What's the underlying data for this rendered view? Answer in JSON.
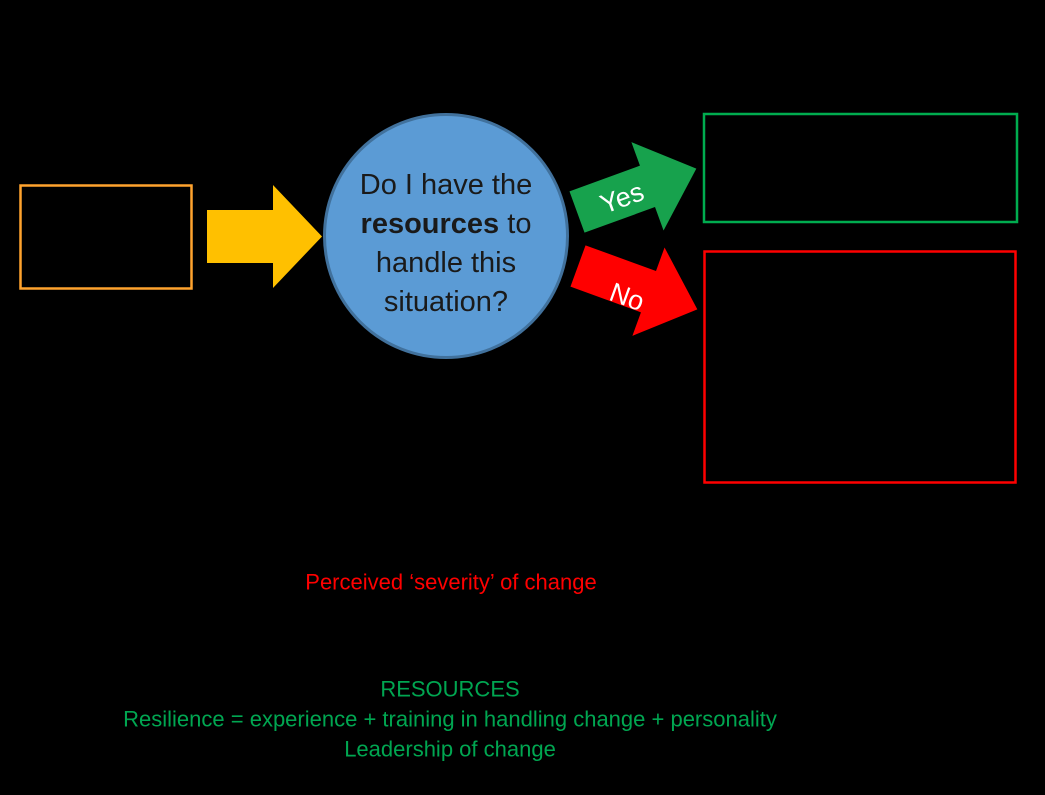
{
  "canvas": {
    "background": "#000000"
  },
  "colors": {
    "orange_box_border": "#FFA32E",
    "flow_arrow": "#FFC000",
    "circle_fill": "#5B9BD5",
    "circle_border": "#41719C",
    "circle_text": "#1A1A1A",
    "yes_arrow": "#17A24D",
    "no_arrow": "#FF0000",
    "arrow_label": "#FFFFFF",
    "green_box_border": "#00AC4F",
    "red_box_border": "#FF0000",
    "red_note_text": "#FF0000",
    "green_note_text": "#00A651"
  },
  "decision_circle": {
    "line1": "Do I have the",
    "line2_bold": "resources",
    "line2_rest": " to",
    "line3": "handle this",
    "line4": "situation?"
  },
  "yes_arrow": {
    "label": "Yes"
  },
  "no_arrow": {
    "label": "No"
  },
  "notes": {
    "red_note": "Perceived ‘severity’ of change",
    "green_note_line1": "RESOURCES",
    "green_note_line2": "Resilience = experience + training in handling change + personality",
    "green_note_line3": "Leadership of change"
  }
}
